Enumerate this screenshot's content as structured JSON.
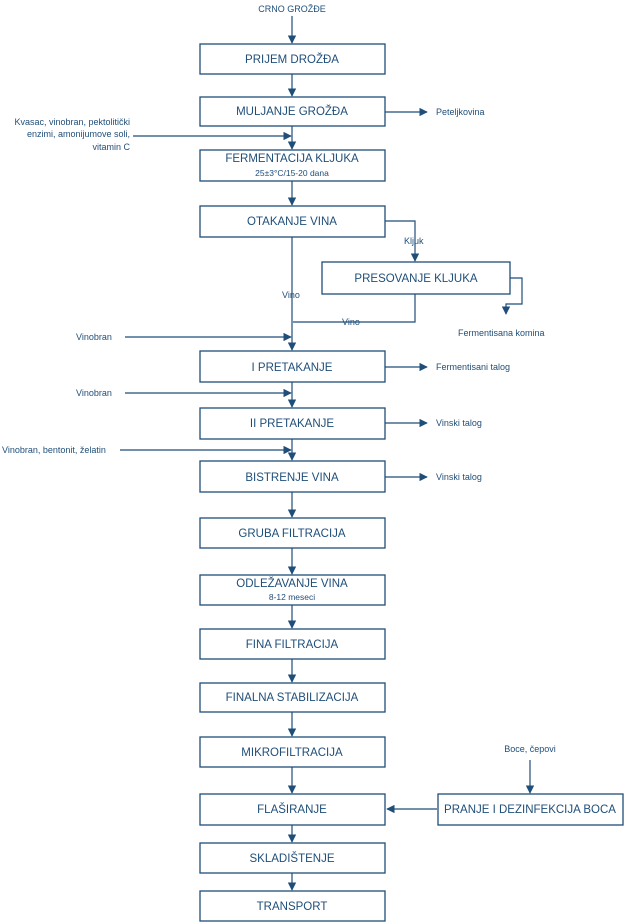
{
  "diagram": {
    "input_label": "CRNO GROŽĐE",
    "steps": [
      {
        "label": "PRIJEM DROŽĐA"
      },
      {
        "label": "MULJANJE GROŽĐA"
      },
      {
        "label": "FERMENTACIJA KLJUKA",
        "sub": "25±3°C/15-20 dana"
      },
      {
        "label": "OTAKANJE VINA"
      },
      {
        "label": "I PRETAKANJE"
      },
      {
        "label": "II PRETAKANJE"
      },
      {
        "label": "BISTRENJE VINA"
      },
      {
        "label": "GRUBA FILTRACIJA"
      },
      {
        "label": "ODLEŽAVANJE VINA",
        "sub": "8-12 meseci"
      },
      {
        "label": "FINA FILTRACIJA"
      },
      {
        "label": "FINALNA STABILIZACIJA"
      },
      {
        "label": "MIKROFILTRACIJA"
      },
      {
        "label": "FLAŠIRANJE"
      },
      {
        "label": "SKLADIŠTENJE"
      },
      {
        "label": "TRANSPORT"
      }
    ],
    "side_boxes": {
      "presovanje": "PRESOVANJE KLJUKA",
      "pranje": "PRANJE I DEZINFEKCIJA BOCA"
    },
    "inputs": {
      "fermentation_additives": [
        "Kvasac, vinobran, pektolitički",
        "enzimi, amonijumove soli,",
        "vitamin C"
      ],
      "vinobran_1": "Vinobran",
      "vinobran_2": "Vinobran",
      "bistrenje_additives": "Vinobran, bentonit, želatin",
      "bottles": "Boce, čepovi"
    },
    "outputs": {
      "peteljkovina": "Peteljkovina",
      "fermentisani_talog": "Fermentisani talog",
      "vinski_talog_1": "Vinski talog",
      "vinski_talog_2": "Vinski talog",
      "fermentisana_komina": "Fermentisana komina"
    },
    "flow_labels": {
      "kljuk": "Kljuk",
      "vino_main": "Vino",
      "vino_press": "Vino"
    },
    "colors": {
      "line": "#1f4e79",
      "text": "#1f4e79"
    }
  }
}
